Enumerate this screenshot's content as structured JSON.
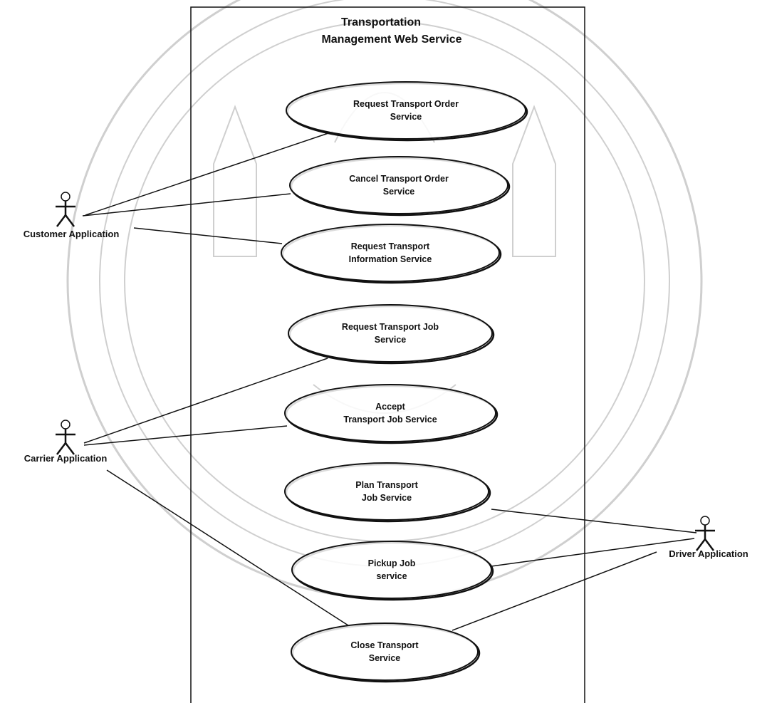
{
  "system_boundary": {
    "title_lines": [
      "Transportation",
      "Management Web Service"
    ]
  },
  "use_cases": [
    {
      "id": "uc1",
      "lines": [
        "Request Transport Order",
        "Service"
      ]
    },
    {
      "id": "uc2",
      "lines": [
        "Cancel Transport Order",
        "Service"
      ]
    },
    {
      "id": "uc3",
      "lines": [
        "Request Transport",
        "Information Service"
      ]
    },
    {
      "id": "uc4",
      "lines": [
        "Request Transport Job",
        "Service"
      ]
    },
    {
      "id": "uc5",
      "lines": [
        "Accept",
        "Transport Job Service"
      ]
    },
    {
      "id": "uc6",
      "lines": [
        "Plan Transport",
        "Job Service"
      ]
    },
    {
      "id": "uc7",
      "lines": [
        "Pickup Job",
        "service"
      ]
    },
    {
      "id": "uc8",
      "lines": [
        "Close  Transport",
        "Service"
      ]
    }
  ],
  "actors": [
    {
      "id": "customer",
      "label": "Customer Application"
    },
    {
      "id": "carrier",
      "label": "Carrier Application"
    },
    {
      "id": "driver",
      "label": "Driver Application"
    }
  ],
  "associations": [
    {
      "actor": "customer",
      "use_case": "uc1"
    },
    {
      "actor": "customer",
      "use_case": "uc2"
    },
    {
      "actor": "customer",
      "use_case": "uc3"
    },
    {
      "actor": "carrier",
      "use_case": "uc4"
    },
    {
      "actor": "carrier",
      "use_case": "uc5"
    },
    {
      "actor": "carrier",
      "use_case": "uc8"
    },
    {
      "actor": "driver",
      "use_case": "uc6"
    },
    {
      "actor": "driver",
      "use_case": "uc7"
    },
    {
      "actor": "driver",
      "use_case": "uc8"
    }
  ],
  "colors": {
    "stroke": "#111111",
    "watermark": "#cfcfcf",
    "background": "#ffffff"
  }
}
